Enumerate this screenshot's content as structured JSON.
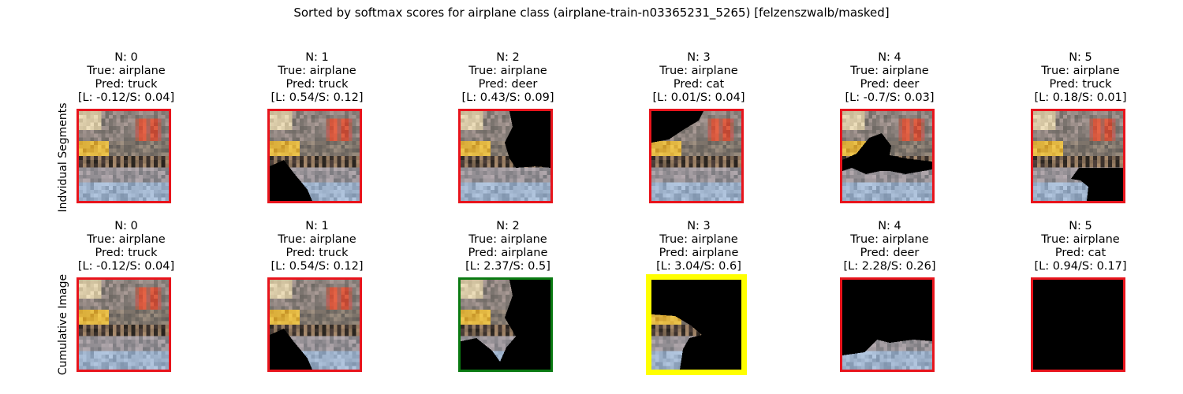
{
  "title": "Sorted by softmax scores for airplane class (airplane-train-n03365231_5265) [felzenszwalb/masked]",
  "colors": {
    "red": "#e8141c",
    "green": "#0a7a12",
    "yellow": "#ffff00",
    "mask": "#000000"
  },
  "rows": [
    {
      "label": "Indvidual Segments",
      "panels": [
        {
          "n": "N: 0",
          "true": "True: airplane",
          "pred": "Pred: truck",
          "scores": "[L: -0.12/S: 0.04]",
          "border": "red",
          "mask": "none"
        },
        {
          "n": "N: 1",
          "true": "True: airplane",
          "pred": "Pred: truck",
          "scores": "[L: 0.54/S: 0.12]",
          "border": "red",
          "mask": "bottom-left"
        },
        {
          "n": "N: 2",
          "true": "True: airplane",
          "pred": "Pred: deer",
          "scores": "[L: 0.43/S: 0.09]",
          "border": "red",
          "mask": "top-right"
        },
        {
          "n": "N: 3",
          "true": "True: airplane",
          "pred": "Pred: cat",
          "scores": "[L: 0.01/S: 0.04]",
          "border": "red",
          "mask": "top-left"
        },
        {
          "n": "N: 4",
          "true": "True: airplane",
          "pred": "Pred: deer",
          "scores": "[L: -0.7/S: 0.03]",
          "border": "red",
          "mask": "middle-band"
        },
        {
          "n": "N: 5",
          "true": "True: airplane",
          "pred": "Pred: truck",
          "scores": "[L: 0.18/S: 0.01]",
          "border": "red",
          "mask": "bottom-right"
        }
      ]
    },
    {
      "label": "Cumulative Image",
      "panels": [
        {
          "n": "N: 0",
          "true": "True: airplane",
          "pred": "Pred: truck",
          "scores": "[L: -0.12/S: 0.04]",
          "border": "red",
          "mask": "none"
        },
        {
          "n": "N: 1",
          "true": "True: airplane",
          "pred": "Pred: truck",
          "scores": "[L: 0.54/S: 0.12]",
          "border": "red",
          "mask": "bottom-left"
        },
        {
          "n": "N: 2",
          "true": "True: airplane",
          "pred": "Pred: airplane",
          "scores": "[L: 2.37/S: 0.5]",
          "border": "green",
          "mask": "cum-2"
        },
        {
          "n": "N: 3",
          "true": "True: airplane",
          "pred": "Pred: airplane",
          "scores": "[L: 3.04/S: 0.6]",
          "border": "yellow",
          "mask": "cum-3"
        },
        {
          "n": "N: 4",
          "true": "True: airplane",
          "pred": "Pred: deer",
          "scores": "[L: 2.28/S: 0.26]",
          "border": "red",
          "mask": "cum-4"
        },
        {
          "n": "N: 5",
          "true": "True: airplane",
          "pred": "Pred: cat",
          "scores": "[L: 0.94/S: 0.17]",
          "border": "red",
          "mask": "all"
        }
      ]
    }
  ]
}
